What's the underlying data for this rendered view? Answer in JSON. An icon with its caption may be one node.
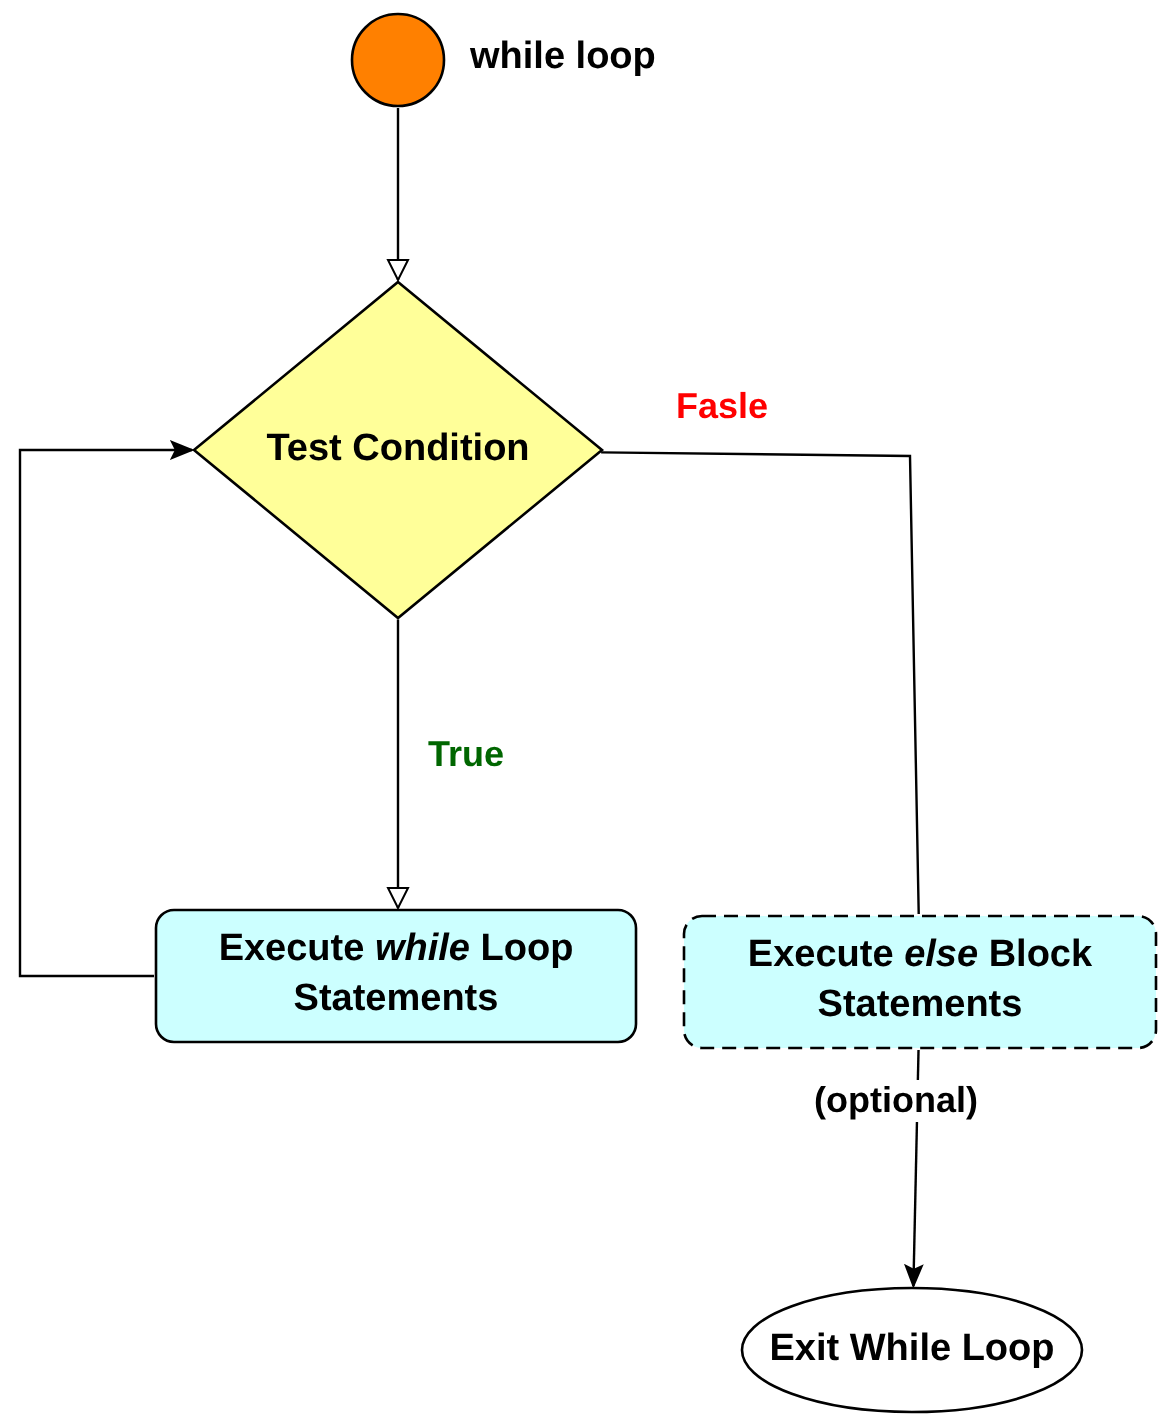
{
  "diagram": {
    "nodes": [
      {
        "text": [],
        "shape": "circle",
        "beside": [
          "while loop"
        ]
      },
      {
        "text": [
          "Test Condition"
        ]
      },
      {
        "text": [
          "Execute *while* Loop Statements"
        ]
      },
      {
        "text": [
          "Execute *else* Block Statements"
        ]
      },
      {
        "text": [
          "Exit While Loop"
        ]
      }
    ],
    "edges": [
      {
        "from": 0,
        "to": 1,
        "arrow": "to"
      },
      {
        "from": 1,
        "to": 2,
        "arrow": "to",
        "label": "True"
      },
      {
        "from": 2,
        "to": 1,
        "arrow": "to"
      },
      {
        "from": 1,
        "to": 3,
        "arrow": "none",
        "label": "Fasle"
      },
      {
        "from": 3,
        "to": 4,
        "arrow": "to",
        "label": "(optional)"
      }
    ]
  }
}
